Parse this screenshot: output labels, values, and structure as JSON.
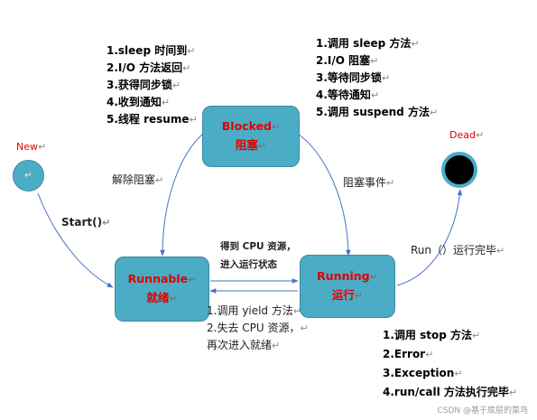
{
  "states": {
    "blocked": {
      "line1": "Blocked",
      "line2": "阻塞"
    },
    "runnable": {
      "line1": "Runnable",
      "line2": "就绪"
    },
    "running": {
      "line1": "Running",
      "line2": "运行"
    },
    "new": {
      "label": "New"
    },
    "dead": {
      "label": "Dead"
    }
  },
  "lists": {
    "unblock_reasons": [
      "1.sleep 时间到",
      "2.I/O 方法返回",
      "3.获得同步锁",
      "4.收到通知",
      "5.线程 resume"
    ],
    "block_reasons": [
      "1.调用 sleep 方法",
      "2.I/O 阻塞",
      "3.等待同步锁",
      "4.等待通知",
      "5.调用 suspend 方法"
    ],
    "yield_reasons": [
      "1.调用 yield 方法",
      "2.失去 CPU 资源，",
      "再次进入就绪"
    ],
    "death_reasons": [
      "1.调用 stop 方法",
      "2.Error",
      "3.Exception",
      "4.run/call 方法执行完毕"
    ]
  },
  "edges": {
    "unblock": "解除阻塞",
    "block": "阻塞事件",
    "start": "Start()",
    "run_complete": "Run（）运行完毕",
    "get_cpu_line1": "得到 CPU 资源，",
    "get_cpu_line2": "进入运行状态"
  },
  "marks": {
    "para": "↵"
  },
  "colors": {
    "box_fill": "#4bacc6",
    "arrow": "#4472c4",
    "state_text": "#e00000"
  },
  "watermark": "CSDN @基于底层的菜鸟"
}
